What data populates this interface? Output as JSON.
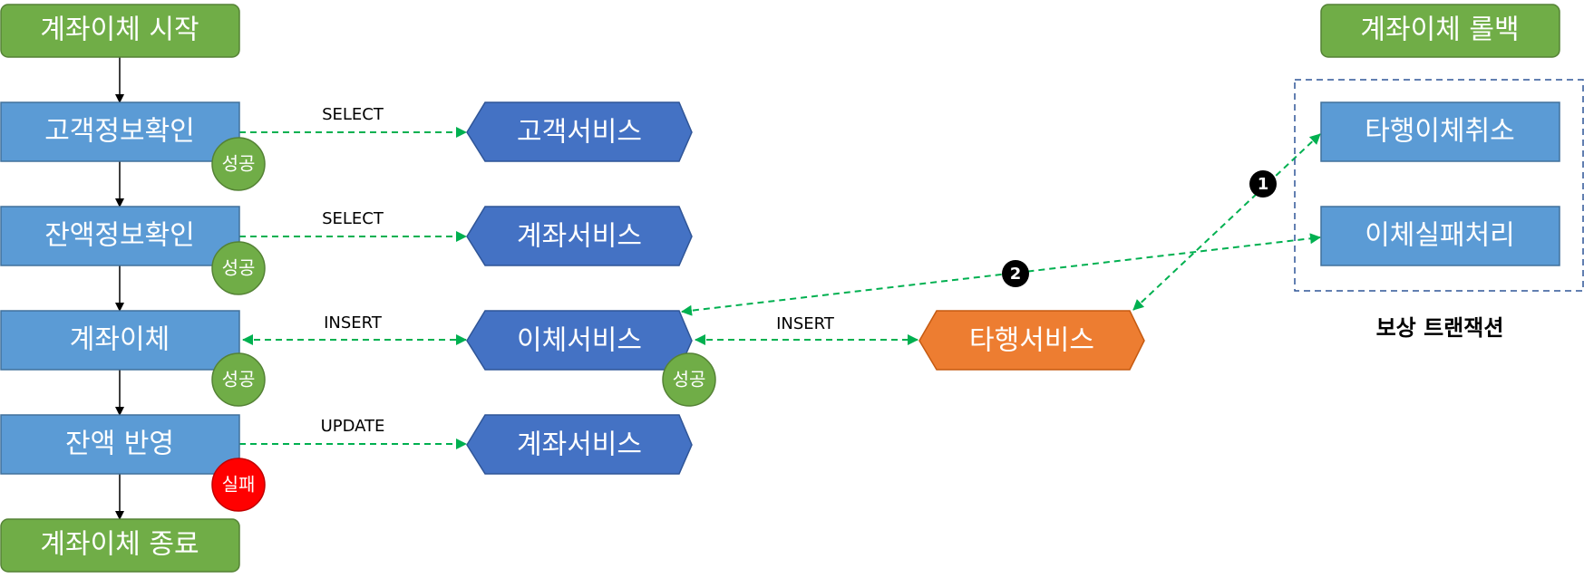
{
  "colors": {
    "green_terminal": "#70ad47",
    "process_blue": "#5b9bd5",
    "service_blue": "#4472c4",
    "service_orange": "#ed7d31",
    "badge_success": "#70ad47",
    "badge_fail": "#ff0000",
    "dashed_arrow": "#00b050",
    "comp_border": "#2f5597"
  },
  "flow": {
    "start": "계좌이체 시작",
    "step1": "고객정보확인",
    "step2": "잔액정보확인",
    "step3": "계좌이체",
    "step4": "잔액 반영",
    "end": "계좌이체 종료"
  },
  "services": {
    "customer": "고객서비스",
    "account1": "계좌서비스",
    "transfer": "이체서비스",
    "account2": "계좌서비스",
    "other_bank": "타행서비스"
  },
  "operations": {
    "op1": "SELECT",
    "op2": "SELECT",
    "op3": "INSERT",
    "op4": "UPDATE",
    "op5": "INSERT"
  },
  "badges": {
    "b1": "성공",
    "b2": "성공",
    "b3": "성공",
    "b4": "실패",
    "b5": "성공"
  },
  "rollback": {
    "title": "계좌이체 롤백",
    "cancel": "타행이체취소",
    "fail": "이체실패처리",
    "caption": "보상 트랜잭션",
    "marker1": "1",
    "marker2": "2"
  }
}
